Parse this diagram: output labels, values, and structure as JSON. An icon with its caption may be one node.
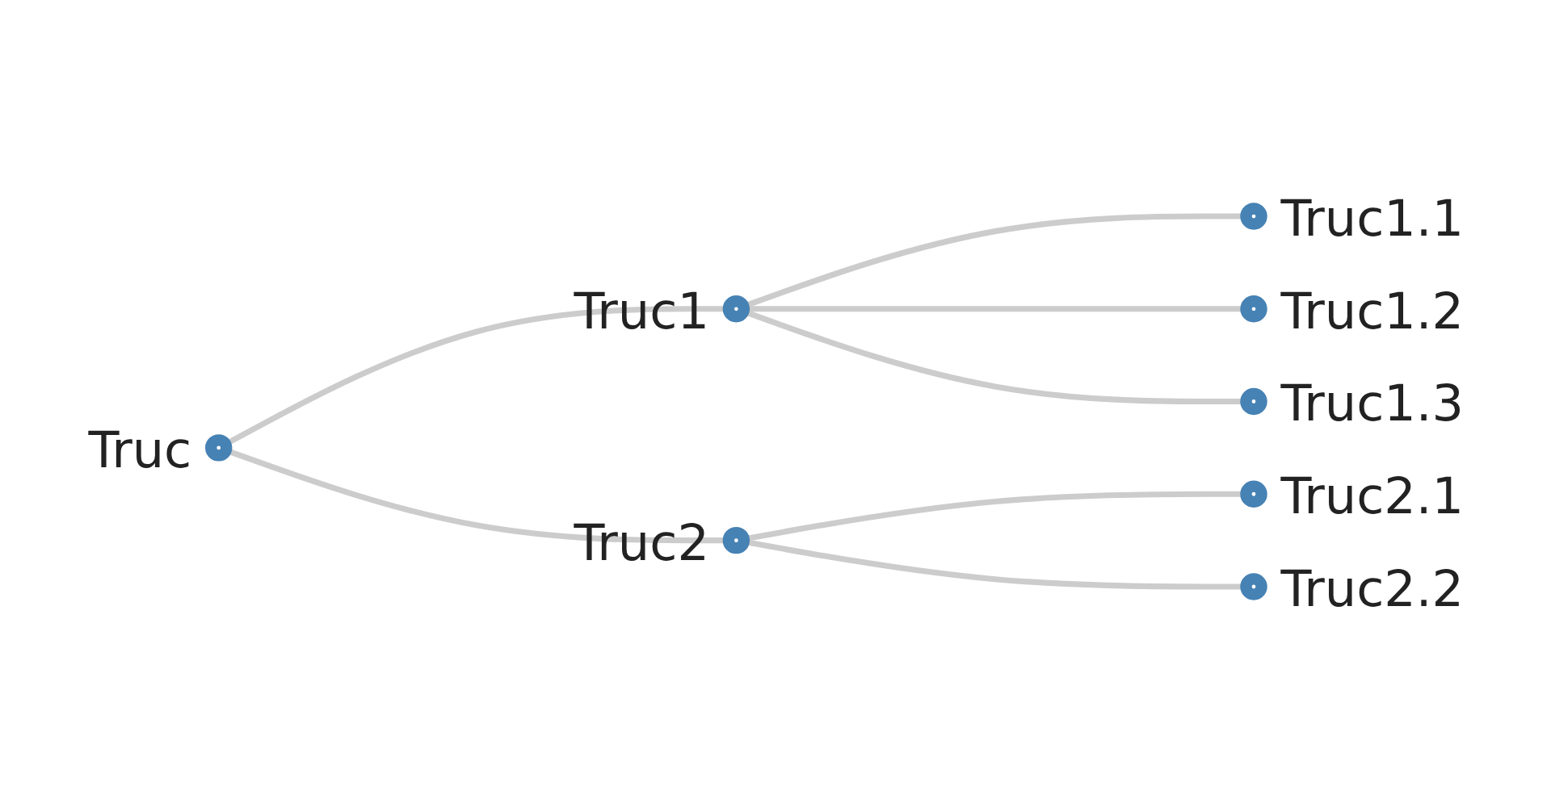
{
  "diagram": {
    "nodes": [
      {
        "text": [],
        "shape": "circle",
        "beside": [
          "Truc"
        ]
      },
      {
        "text": [],
        "shape": "circle",
        "beside": [
          "Truc1"
        ]
      },
      {
        "text": [],
        "shape": "circle",
        "beside": [
          "Truc1.1"
        ]
      },
      {
        "text": [],
        "shape": "circle",
        "beside": [
          "Truc1.2"
        ]
      },
      {
        "text": [],
        "shape": "circle",
        "beside": [
          "Truc1.3"
        ]
      },
      {
        "text": [],
        "shape": "circle",
        "beside": [
          "Truc2"
        ]
      },
      {
        "text": [],
        "shape": "circle",
        "beside": [
          "Truc2.1"
        ]
      },
      {
        "text": [],
        "shape": "circle",
        "beside": [
          "Truc2.2"
        ]
      }
    ],
    "edges": [
      {
        "from": 0,
        "to": 1,
        "arrow": "none",
        "color": "#cccccc"
      },
      {
        "from": 0,
        "to": 5,
        "arrow": "none",
        "color": "#cccccc"
      },
      {
        "from": 1,
        "to": 2,
        "arrow": "none",
        "color": "#cccccc"
      },
      {
        "from": 1,
        "to": 3,
        "arrow": "none",
        "color": "#cccccc"
      },
      {
        "from": 1,
        "to": 4,
        "arrow": "none",
        "color": "#cccccc"
      },
      {
        "from": 5,
        "to": 6,
        "arrow": "none",
        "color": "#cccccc"
      },
      {
        "from": 5,
        "to": 7,
        "arrow": "none",
        "color": "#cccccc"
      }
    ]
  }
}
